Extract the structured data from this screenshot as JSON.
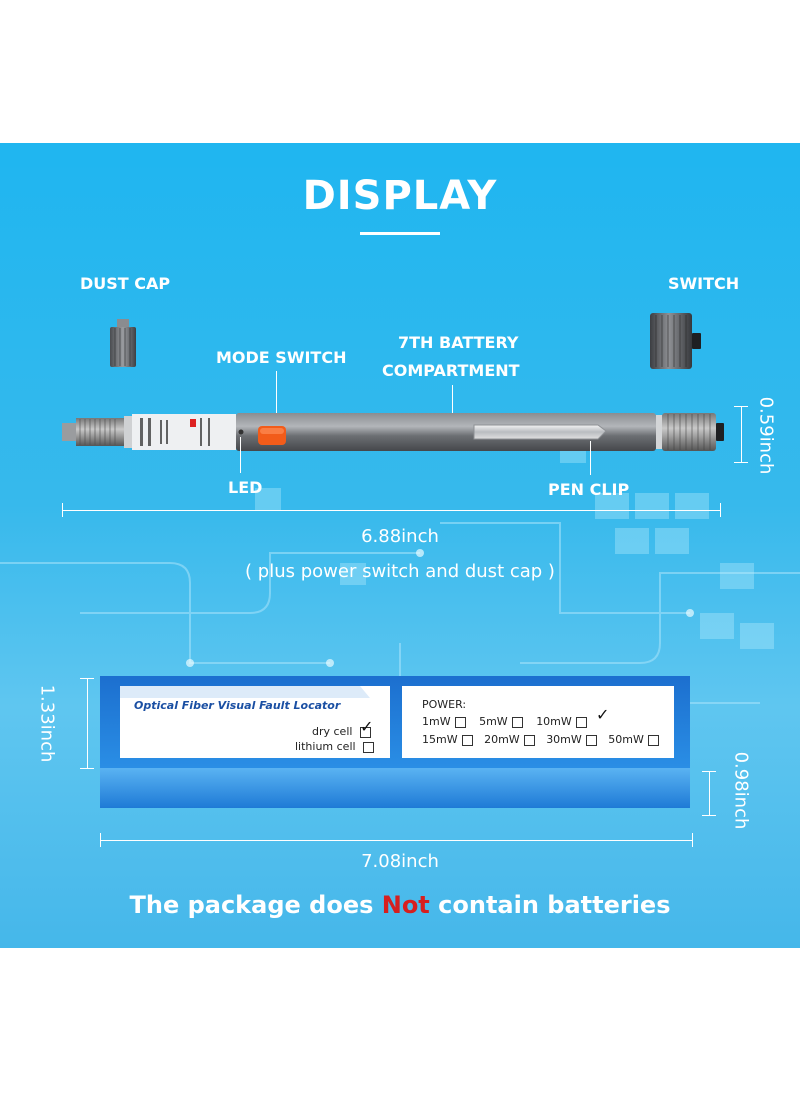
{
  "title": "DISPLAY",
  "callouts": {
    "dust_cap": "DUST CAP",
    "switch": "SWITCH",
    "mode_switch": "MODE SWITCH",
    "battery_line1": "7TH BATTERY",
    "battery_line2": "COMPARTMENT",
    "led": "LED",
    "pen_clip": "PEN CLIP"
  },
  "dimensions": {
    "pen_length": "6.88inch",
    "pen_length_note": "( plus power switch and dust cap )",
    "pen_diameter": "0.59inch",
    "box_height": "1.33inch",
    "box_length": "7.08inch",
    "box_depth": "0.98inch"
  },
  "package": {
    "title": "Optical Fiber Visual Fault Locator",
    "dry_cell": "dry cell",
    "lithium_cell": "lithium cell",
    "power_label": "POWER:",
    "power_row1": [
      "1mW",
      "5mW",
      "10mW"
    ],
    "power_row2": [
      "15mW",
      "20mW",
      "30mW",
      "50mW"
    ]
  },
  "notice": {
    "before": "The package does ",
    "highlight": "Not",
    "after": " contain batteries"
  },
  "colors": {
    "panel_blue": "#2bb6ee",
    "pen_body": "#6f7276",
    "mode_button": "#f25c1a",
    "box_blue": "#1d79d6",
    "highlight_red": "#d61f1f"
  }
}
